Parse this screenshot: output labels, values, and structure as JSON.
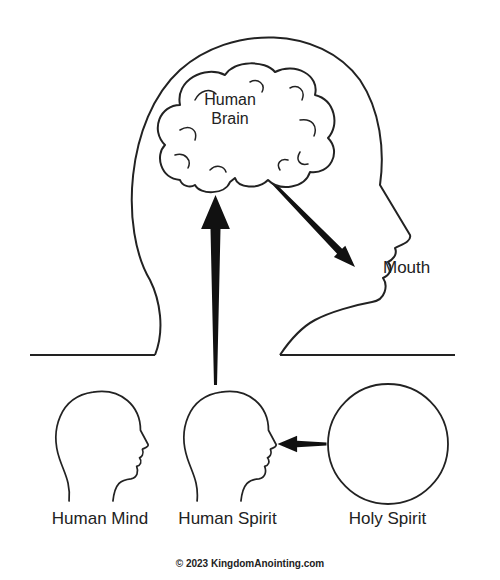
{
  "diagram": {
    "nodes": [
      {
        "text": [
          "Human Brain"
        ]
      },
      {
        "text": [
          "Human Mind"
        ]
      },
      {
        "text": [
          "Human Spirit"
        ]
      },
      {
        "text": [
          "Holy Spirit"
        ]
      }
    ],
    "edges": [
      {
        "from": 3,
        "to": 2,
        "arrow": "to"
      },
      {
        "from": 2,
        "to": 0,
        "arrow": "to"
      }
    ],
    "labels": [
      "Mouth",
      "© 2023 KingdomAnointing.com"
    ]
  }
}
